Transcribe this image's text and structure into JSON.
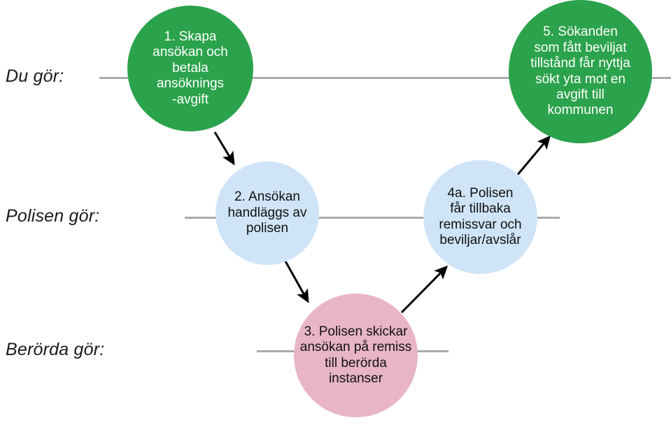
{
  "diagram": {
    "title": "Ansökningsprocess - swimlane flowchart",
    "background": "#ffffff",
    "lane_line_color": "#aaaaaa",
    "arrow_color": "#000000"
  },
  "lanes": [
    {
      "label": "Du gör:"
    },
    {
      "label": "Polisen gör:"
    },
    {
      "label": "Berörda gör:"
    }
  ],
  "nodes": [
    {
      "id": "1",
      "label": "1. Skapa\nansökan och\nbetala\nansöknings\n-avgift",
      "color": "#2ba24c",
      "text_color": "#ffffff",
      "lane": "Du gör:"
    },
    {
      "id": "5",
      "label": "5. Sökanden\nsom fått beviljat\ntillstånd får nyttja\nsökt yta mot en\navgift till\nkommunen",
      "color": "#2ba24c",
      "text_color": "#ffffff",
      "lane": "Du gör:"
    },
    {
      "id": "2",
      "label": "2. Ansökan\nhandläggs av\npolisen",
      "color": "#cfe4f7",
      "text_color": "#111111",
      "lane": "Polisen gör:"
    },
    {
      "id": "4a",
      "label": "4a. Polisen\nfår tillbaka\nremissvar och\nbeviljar/avslår",
      "color": "#cfe4f7",
      "text_color": "#111111",
      "lane": "Polisen gör:"
    },
    {
      "id": "3",
      "label": "3. Polisen skickar\nansökan på remiss\ntill berörda\ninstanser",
      "color": "#e7b5c6",
      "text_color": "#111111",
      "lane": "Berörda gör:"
    }
  ],
  "connectors": [
    {
      "from": "1",
      "to": "2",
      "kind": "arrow"
    },
    {
      "from": "2",
      "to": "3",
      "kind": "arrow"
    },
    {
      "from": "3",
      "to": "4a",
      "kind": "arrow"
    },
    {
      "from": "4a",
      "to": "5",
      "kind": "arrow"
    }
  ]
}
